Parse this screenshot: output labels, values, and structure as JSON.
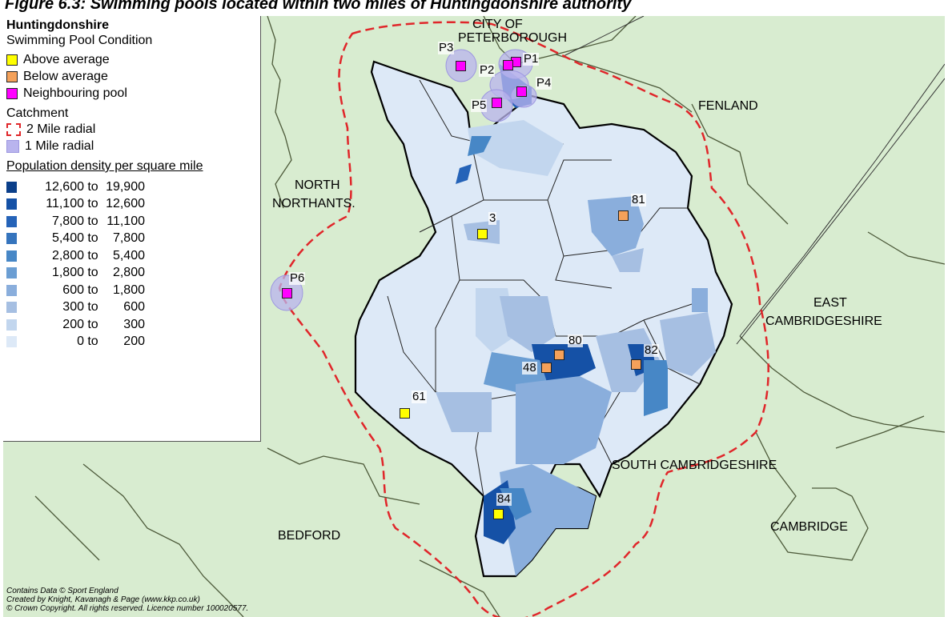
{
  "caption": "Figure 6.3:  Swimming pools located within two miles of Huntingdonshire authority",
  "legend": {
    "title": "Huntingdonshire",
    "subtitle": "Swimming Pool Condition",
    "condition_items": [
      {
        "label": "Above average",
        "color": "#ffff00"
      },
      {
        "label": "Below average",
        "color": "#f4a15a"
      },
      {
        "label": "Neighbouring pool",
        "color": "#ff00ff"
      }
    ],
    "catchment_title": "Catchment",
    "catchment_items": [
      {
        "label": "2 Mile radial",
        "color": "#e0262a"
      },
      {
        "label": "1 Mile radial",
        "color": "#b9b4ee"
      }
    ],
    "density_title": "Population density per square mile",
    "density_items": [
      {
        "from": "12,600",
        "to_word": "to",
        "end": "19,900",
        "color": "#0b3f8a"
      },
      {
        "from": "11,100",
        "to_word": "to",
        "end": "12,600",
        "color": "#1551a6"
      },
      {
        "from": "7,800",
        "to_word": "to",
        "end": "11,100",
        "color": "#2563b8"
      },
      {
        "from": "5,400",
        "to_word": "to",
        "end": "7,800",
        "color": "#3574bd"
      },
      {
        "from": "2,800",
        "to_word": "to",
        "end": "5,400",
        "color": "#4787c6"
      },
      {
        "from": "1,800",
        "to_word": "to",
        "end": "2,800",
        "color": "#6b9ed3"
      },
      {
        "from": "600",
        "to_word": "to",
        "end": "1,800",
        "color": "#8aaedc"
      },
      {
        "from": "300",
        "to_word": "to",
        "end": "600",
        "color": "#a6bfe2"
      },
      {
        "from": "200",
        "to_word": "to",
        "end": "300",
        "color": "#c2d6ee"
      },
      {
        "from": "0",
        "to_word": "to",
        "end": "200",
        "color": "#dde9f7"
      }
    ]
  },
  "places": {
    "peterborough_1": "CITY OF",
    "peterborough_2": "PETERBOROUGH",
    "fenland": "FENLAND",
    "north_northants_1": "NORTH",
    "north_northants_2": "NORTHANTS.",
    "east_cambs_1": "EAST",
    "east_cambs_2": "CAMBRIDGESHIRE",
    "south_cambs": "SOUTH CAMBRIDGESHIRE",
    "bedford": "BEDFORD",
    "cambridge": "CAMBRIDGE"
  },
  "pools": [
    {
      "id": "P1",
      "condition": "neighbouring"
    },
    {
      "id": "P2",
      "condition": "neighbouring"
    },
    {
      "id": "P3",
      "condition": "neighbouring"
    },
    {
      "id": "P4",
      "condition": "neighbouring"
    },
    {
      "id": "P5",
      "condition": "neighbouring"
    },
    {
      "id": "P6",
      "condition": "neighbouring"
    },
    {
      "id": "3",
      "condition": "above"
    },
    {
      "id": "61",
      "condition": "above"
    },
    {
      "id": "84",
      "condition": "above"
    },
    {
      "id": "81",
      "condition": "below"
    },
    {
      "id": "80",
      "condition": "below"
    },
    {
      "id": "48",
      "condition": "below"
    },
    {
      "id": "82",
      "condition": "below"
    }
  ],
  "credits": {
    "line1": "Contains Data © Sport England",
    "line2": "Created by Knight, Kavanagh & Page (www.kkp.co.uk)",
    "line3": "© Crown Copyright. All rights reserved. Licence number 100020577."
  }
}
